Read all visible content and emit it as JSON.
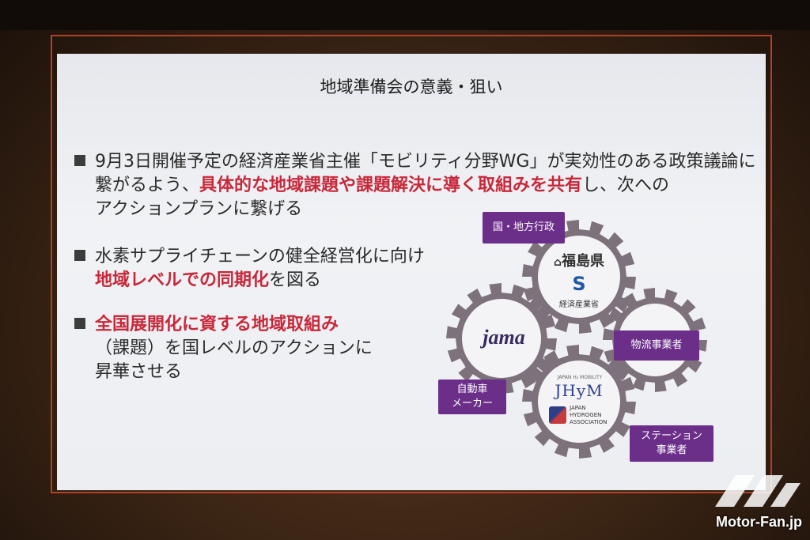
{
  "slide": {
    "title": "地域準備会の意義・狙い",
    "bullet1": {
      "line1": "9月3日開催予定の経済産業省主催「モビリティ分野WG」が実効性のある政策議論に",
      "line2_pre": "繋がるよう、",
      "line2_red": "具体的な地域課題や課題解決に導く取組みを共有",
      "line2_post": "し、次への",
      "line3": "アクションプランに繋げる"
    },
    "bullet2": {
      "line1": "水素サプライチェーンの健全経営化に向け",
      "line2_red": "地域レベルでの同期化",
      "line2_post": "を図る"
    },
    "bullet3": {
      "line1_red": "全国展開化に資する地域取組み",
      "line2": "（課題）を国レベルのアクションに",
      "line3": "昇華させる"
    },
    "diagram": {
      "box_gov": "国・地方行政",
      "box_logistics": "物流事業者",
      "box_auto_l1": "自動車",
      "box_auto_l2": "メーカー",
      "box_station_l1": "ステーション",
      "box_station_l2": "事業者",
      "fukushima": "福島県",
      "meti": "経済産業省",
      "jama": "jama",
      "jhym": "JHyM",
      "jhym_top": "JAPAN H₂ MOBILITY",
      "jha_l1": "JAPAN",
      "jha_l2": "HYDROGEN",
      "jha_l3": "ASSOCIATION"
    }
  },
  "watermark": "Motor-Fan.jp",
  "colors": {
    "accent_red": "#c8283a",
    "purple": "#6b2f8a",
    "gear": "#8a7f86"
  }
}
